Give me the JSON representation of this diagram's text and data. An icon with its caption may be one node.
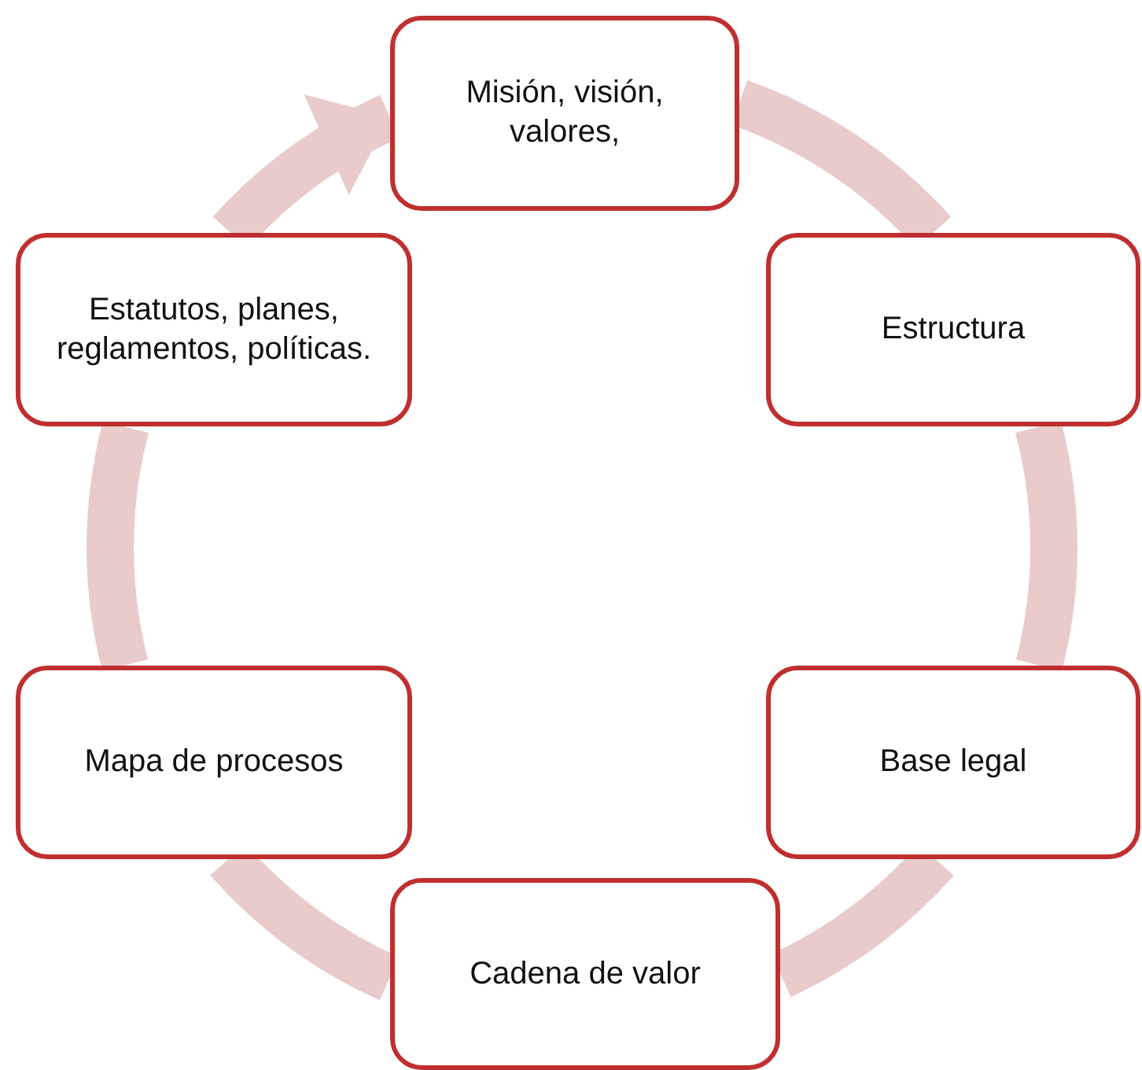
{
  "diagram": {
    "nodes": [
      {
        "text": [
          "Misión, visión, valores,"
        ]
      },
      {
        "text": [
          "Estructura"
        ]
      },
      {
        "text": [
          "Base legal"
        ]
      },
      {
        "text": [
          "Cadena de valor"
        ]
      },
      {
        "text": [
          "Mapa de procesos"
        ]
      },
      {
        "text": [
          "Estatutos, planes, reglamentos, políticas."
        ]
      }
    ],
    "edges": [
      {
        "from": 0,
        "to": 1,
        "arrow": "none"
      },
      {
        "from": 1,
        "to": 2,
        "arrow": "none"
      },
      {
        "from": 2,
        "to": 3,
        "arrow": "none"
      },
      {
        "from": 3,
        "to": 4,
        "arrow": "none"
      },
      {
        "from": 4,
        "to": 5,
        "arrow": "none"
      },
      {
        "from": 5,
        "to": 0,
        "arrow": "to"
      }
    ]
  }
}
